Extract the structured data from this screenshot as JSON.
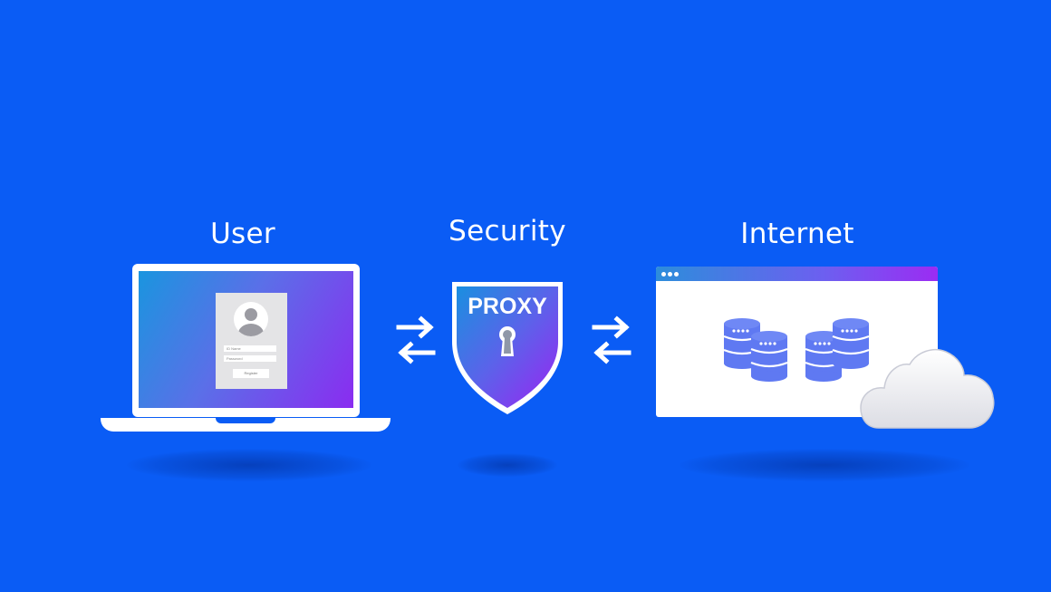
{
  "headings": {
    "user": "User",
    "security": "Security",
    "internet": "Internet"
  },
  "login_form": {
    "id_placeholder": "ID Name",
    "password_placeholder": "Password",
    "register_label": "Register"
  },
  "shield": {
    "label": "PROXY"
  },
  "colors": {
    "background": "#0a5cf5",
    "gradient_start": "#1a95df",
    "gradient_end": "#8a2cf0",
    "database": "#5f79f2"
  },
  "icons": [
    "laptop-icon",
    "user-avatar-icon",
    "exchange-arrows-icon",
    "shield-icon",
    "keyhole-icon",
    "browser-window-icon",
    "database-icon",
    "cloud-icon"
  ]
}
